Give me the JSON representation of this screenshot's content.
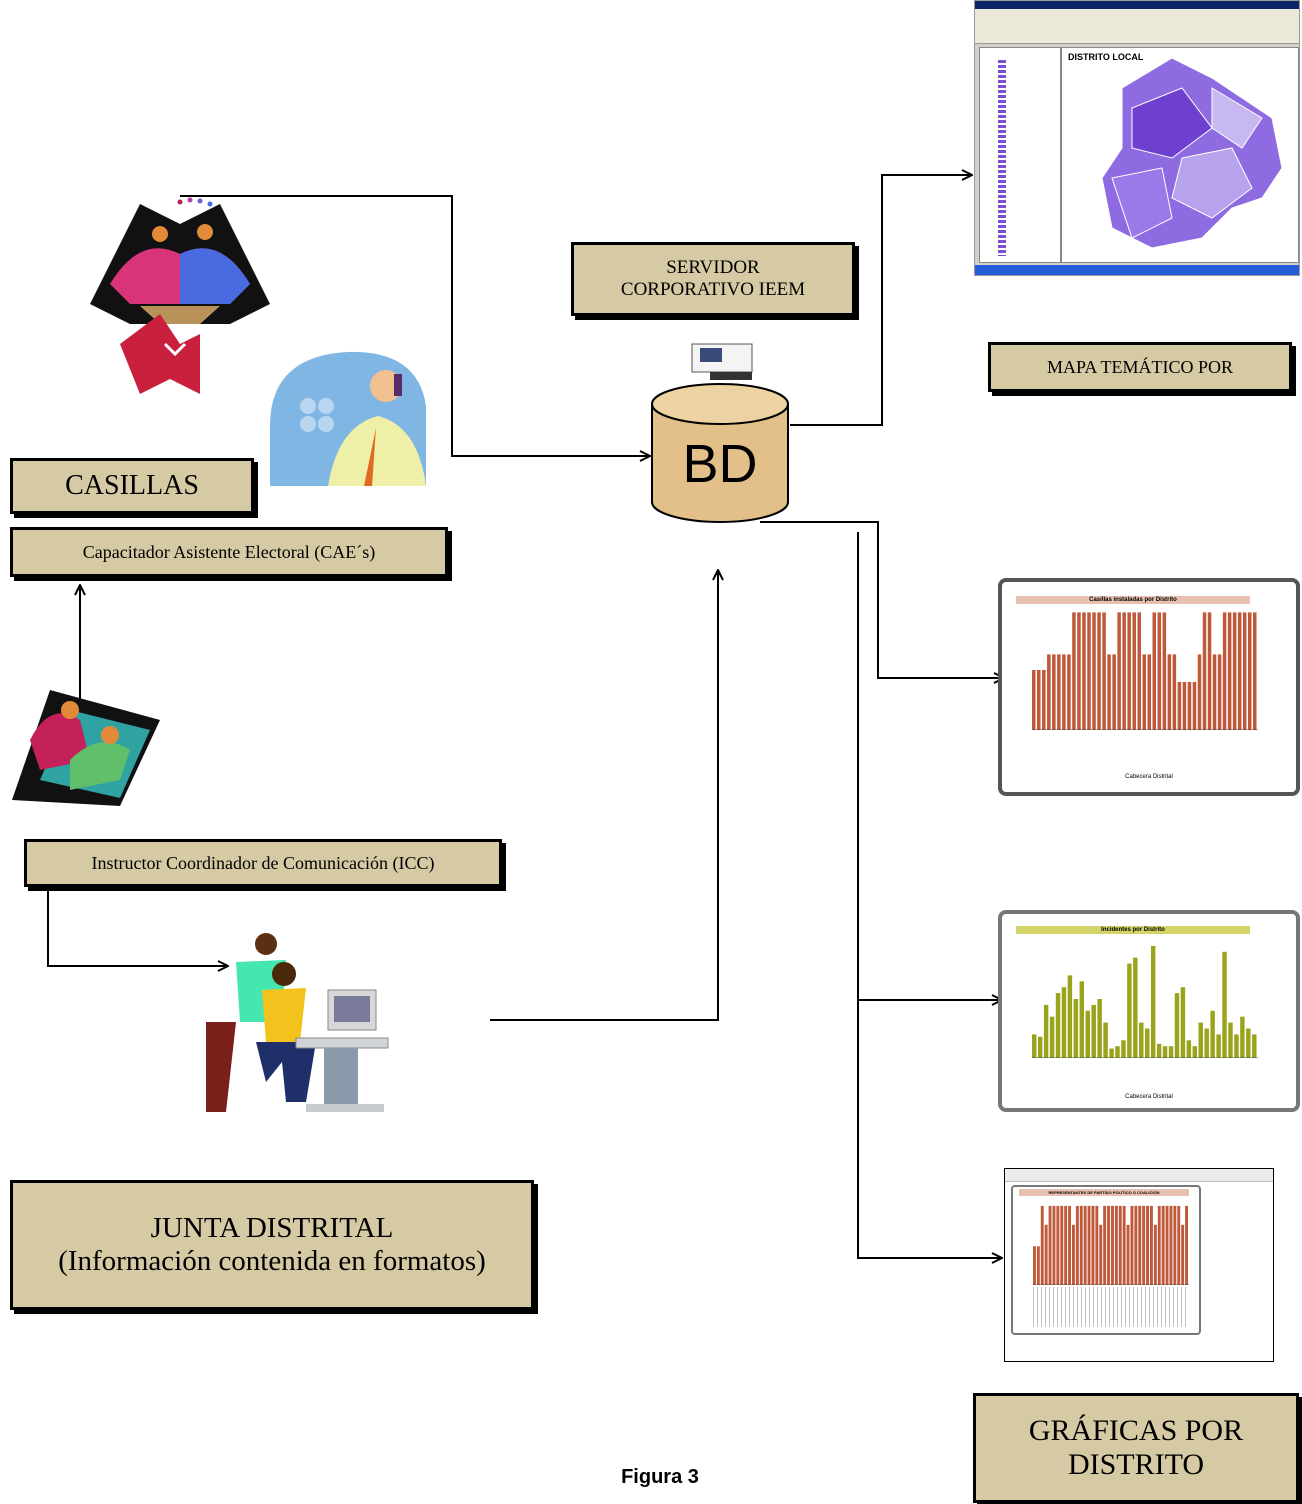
{
  "boxes": {
    "servidor": "SERVIDOR\nCORPORATIVO IEEM",
    "mapa": "MAPA TEMÁTICO POR",
    "casillas": "CASILLAS",
    "cae": "Capacitador Asistente Electoral (CAE´s)",
    "icc": "Instructor Coordinador de Comunicación (ICC)",
    "junta_line1": "JUNTA DISTRITAL",
    "junta_line2": "(Información contenida en formatos)",
    "graficas_line1": "GRÁFICAS POR",
    "graficas_line2": "DISTRITO"
  },
  "database": {
    "label": "BD"
  },
  "caption": "Figura 3",
  "map_screenshot": {
    "title": "DISTRITO LOCAL"
  },
  "chart1": {
    "title": "Casillas instaladas por Distrito",
    "xlabel": "Cabecera Distrital"
  },
  "chart2": {
    "title": "Incidentes por Distrito",
    "xlabel": "Cabecera Distrital"
  },
  "chart3": {
    "title": "REPRESENTANTES DE PARTIDO POLÍTICO O COALICIÓN"
  },
  "colors": {
    "box_fill": "#d5caa4",
    "chart1_bar": "#c0583a",
    "chart2_bar": "#9aa31c",
    "map_purple": "#7b4fd6"
  }
}
